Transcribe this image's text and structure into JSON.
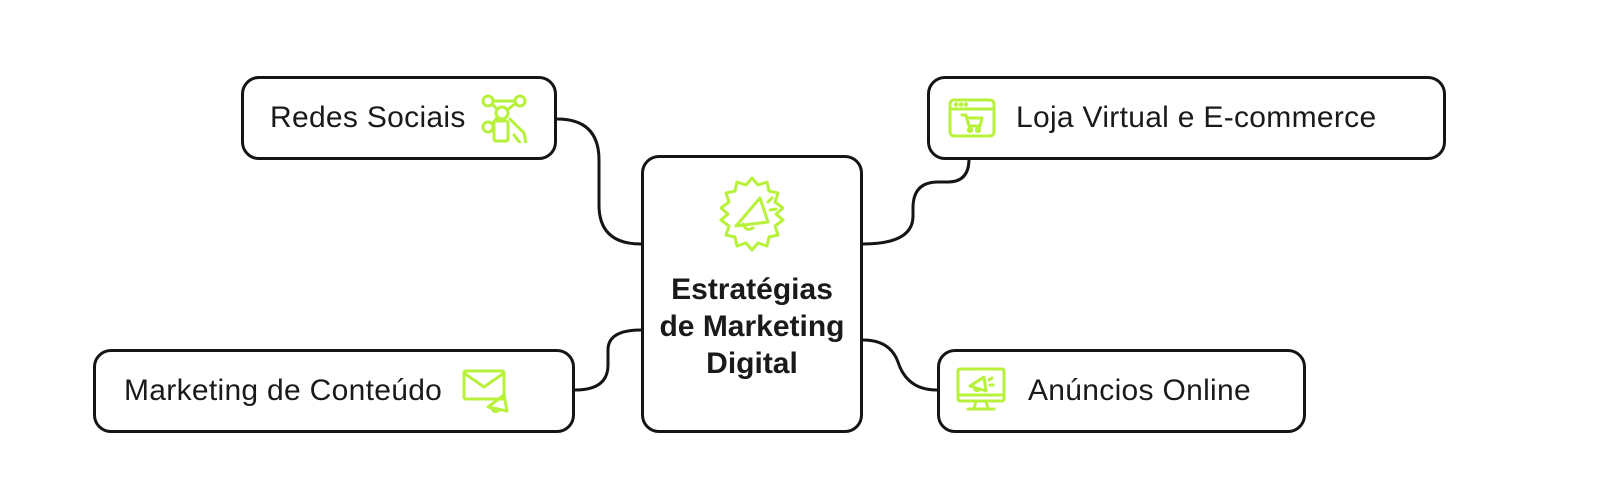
{
  "accent_color": "#b7f13a",
  "line_color": "#151515",
  "center": {
    "title": "Estratégias de Marketing Digital",
    "icon": "megaphone-gear-icon"
  },
  "branches": [
    {
      "id": "redes-sociais",
      "label": "Redes Sociais",
      "icon": "social-network-phone-icon"
    },
    {
      "id": "loja-virtual",
      "label": "Loja Virtual e E-commerce",
      "icon": "browser-cart-icon"
    },
    {
      "id": "marketing-conteudo",
      "label": "Marketing de Conteúdo",
      "icon": "envelope-megaphone-icon"
    },
    {
      "id": "anuncios-online",
      "label": "Anúncios Online",
      "icon": "monitor-megaphone-icon"
    }
  ]
}
